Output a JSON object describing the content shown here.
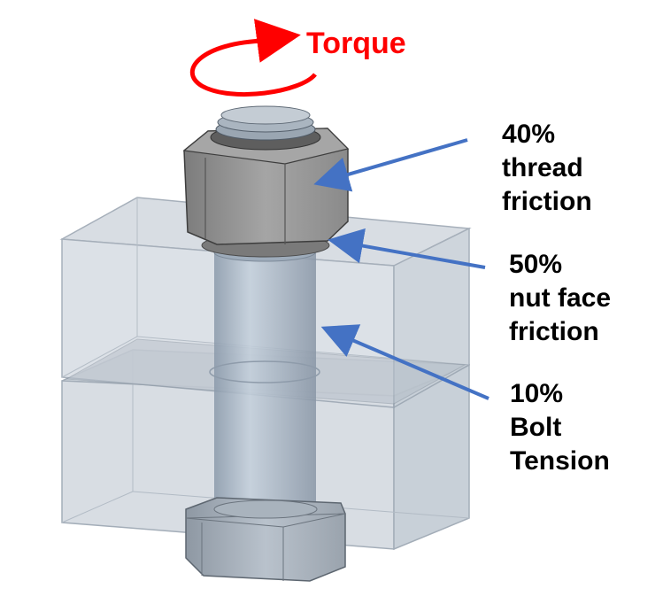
{
  "torque": {
    "label": "Torque",
    "color": "#ff0000"
  },
  "callouts": [
    {
      "percent": "40%",
      "line2": "thread",
      "line3": "friction"
    },
    {
      "percent": "50%",
      "line2": "nut face",
      "line3": "friction"
    },
    {
      "percent": "10%",
      "line2": "Bolt",
      "line3": "Tension"
    }
  ],
  "colors": {
    "arrow": "#4472c4",
    "plate": "#c9d2dc",
    "nut": "#8c8c8c",
    "bolt": "#a9b7c6"
  },
  "icons": [
    "rotation-arrow-icon"
  ]
}
